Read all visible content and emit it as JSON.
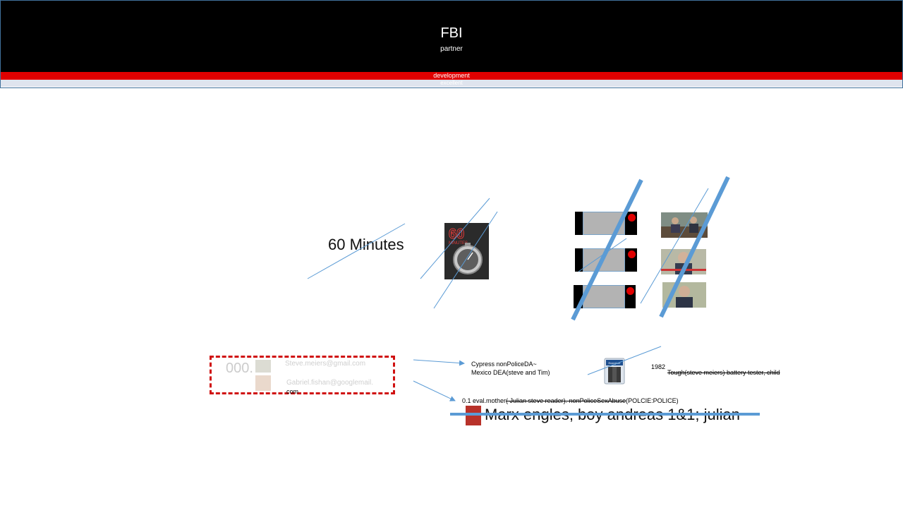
{
  "header": {
    "title": "FBI",
    "subtitle": "partner",
    "red_bar_text": "development",
    "grey_bar_text": "excellent"
  },
  "slide": {
    "sixty_minutes_label": "60 Minutes",
    "magazine_logo": "60",
    "magazine_logo_sub": "MINUTES",
    "big_number": "000.",
    "emails": [
      "Steve.meiers@gmail.com",
      "Gabriel.fishan@googlemail.",
      "com"
    ],
    "cypress_line1": "Cypress nonPoliceDA~",
    "cypress_line2": "Mexico DEA(steve and Tim)",
    "year": "1982",
    "battery_note": "Tough(steve meiers) battery tester, child",
    "battery_brand": "Energizer",
    "eval_prefix": "0.1 eval.mother",
    "eval_struck": "( Julian steve reader). nonPoliceSexAbuse",
    "eval_suffix": "(POLCIE:POLICE)",
    "marx_text": "Marx engles, boy andreas 1&1; julian"
  },
  "colors": {
    "banner": "#000000",
    "accent_red": "#e00000",
    "line_blue": "#5b9bd5",
    "dashed_red": "#d01010"
  }
}
